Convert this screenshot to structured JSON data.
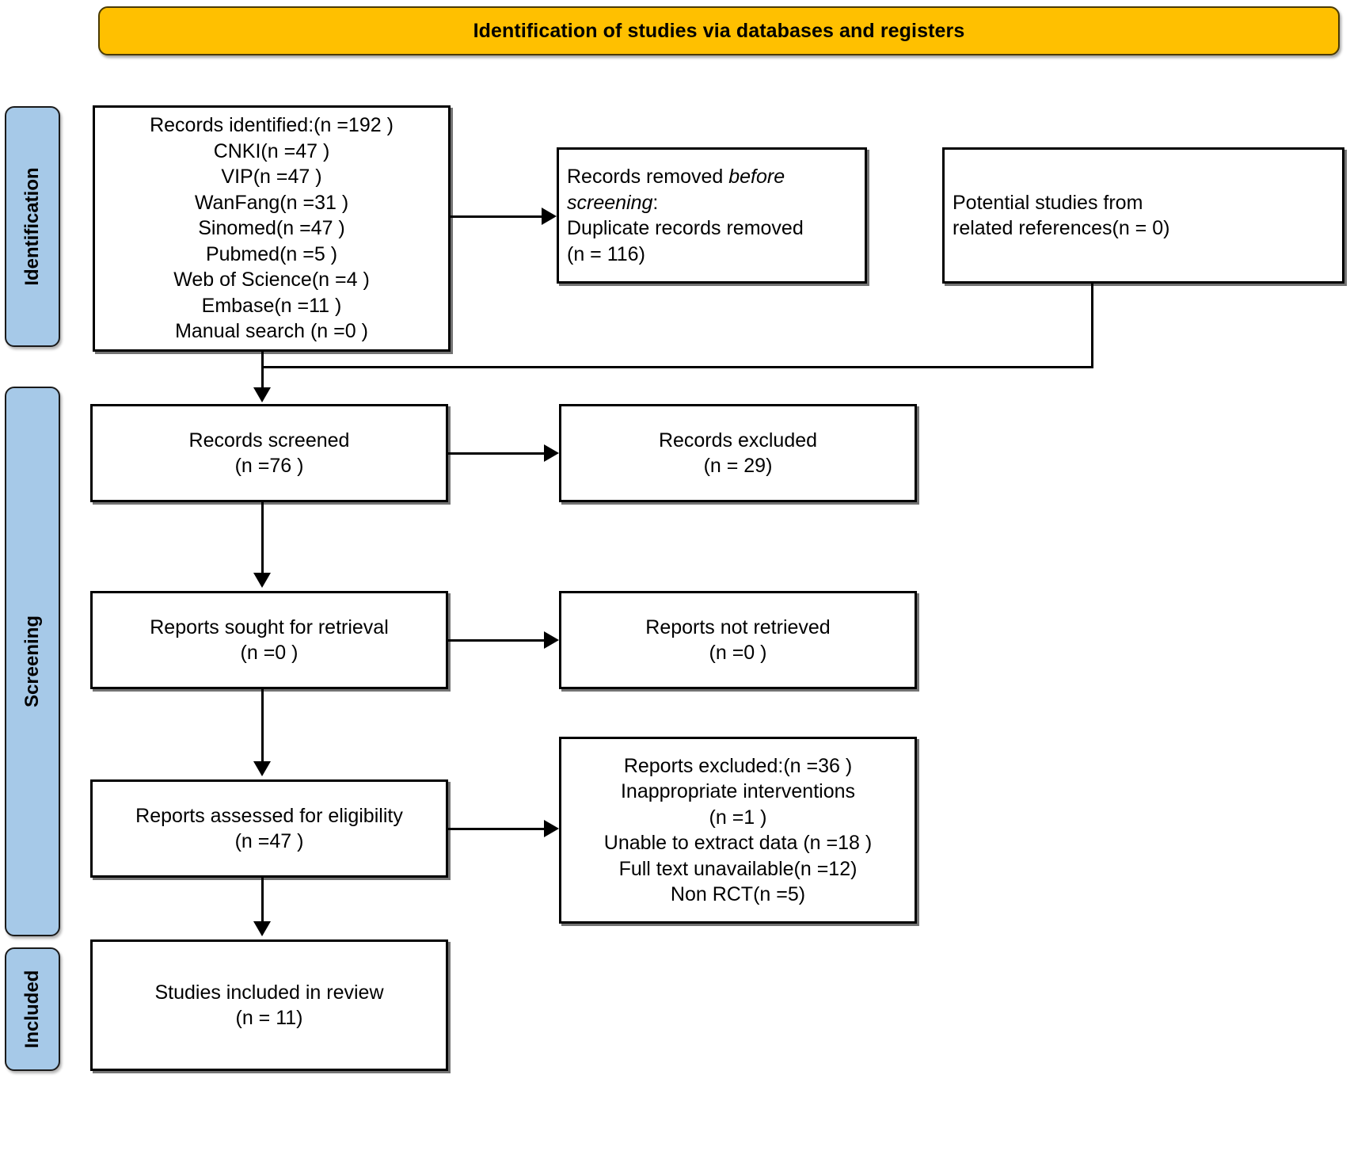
{
  "diagram": {
    "title": "Identification of studies via databases and registers",
    "colors": {
      "banner": "#FFC000",
      "stage_bar": "#A6C9E8",
      "box_border": "#000000",
      "background": "#FFFFFF"
    },
    "stages": [
      {
        "key": "identification",
        "label": "Identification"
      },
      {
        "key": "screening",
        "label": "Screening"
      },
      {
        "key": "included",
        "label": "Included"
      }
    ],
    "boxes": {
      "records_identified": {
        "name": "Records identified",
        "align": "center",
        "lines": [
          "Records identified:(n =192 )",
          "CNKI(n =47 )",
          "VIP(n =47 )",
          "WanFang(n =31 )",
          "Sinomed(n =47 )",
          "Pubmed(n =5 )",
          "Web of Science(n =4 )",
          "Embase(n =11 )",
          "Manual search (n =0 )"
        ]
      },
      "records_removed": {
        "name": "Records removed before screening",
        "align": "left",
        "line1_normal": "Records removed ",
        "line1_italic": "before",
        "line2_italic": "screening",
        "line2_normal": ":",
        "line3": "Duplicate records removed",
        "line4": "(n = 116)"
      },
      "potential_studies": {
        "name": "Potential studies from related references",
        "align": "left",
        "lines": [
          "Potential studies from",
          "related references(n = 0)"
        ]
      },
      "records_screened": {
        "name": "Records screened",
        "align": "center",
        "lines": [
          "Records screened",
          "(n =76 )"
        ]
      },
      "records_excluded": {
        "name": "Records excluded",
        "align": "center",
        "lines": [
          "Records excluded",
          "(n = 29)"
        ]
      },
      "reports_sought": {
        "name": "Reports sought for retrieval",
        "align": "center",
        "lines": [
          "Reports sought for retrieval",
          "(n =0 )"
        ]
      },
      "reports_not_retrieved": {
        "name": "Reports not retrieved",
        "align": "center",
        "lines": [
          "Reports not retrieved",
          "(n =0 )"
        ]
      },
      "reports_assessed": {
        "name": "Reports assessed for eligibility",
        "align": "center",
        "lines": [
          "Reports assessed for eligibility",
          "(n =47 )"
        ]
      },
      "reports_excluded": {
        "name": "Reports excluded",
        "align": "center",
        "lines": [
          "Reports excluded:(n =36 )",
          "Inappropriate  interventions",
          "(n =1 )",
          "Unable to extract data (n =18 )",
          "Full text unavailable(n =12)",
          "Non RCT(n =5)"
        ]
      },
      "studies_included": {
        "name": "Studies included in review",
        "align": "center",
        "lines": [
          "Studies included in review",
          "(n = 11)"
        ]
      }
    },
    "counts": {
      "records_identified_total": 192,
      "cnki": 47,
      "vip": 47,
      "wanfang": 31,
      "sinomed": 47,
      "pubmed": 5,
      "web_of_science": 4,
      "embase": 11,
      "manual_search": 0,
      "duplicates_removed": 116,
      "potential_from_references": 0,
      "records_screened": 76,
      "records_excluded": 29,
      "reports_sought": 0,
      "reports_not_retrieved": 0,
      "reports_assessed": 47,
      "reports_excluded_total": 36,
      "inappropriate_interventions": 1,
      "unable_to_extract_data": 18,
      "full_text_unavailable": 12,
      "non_rct": 5,
      "studies_included": 11
    }
  }
}
